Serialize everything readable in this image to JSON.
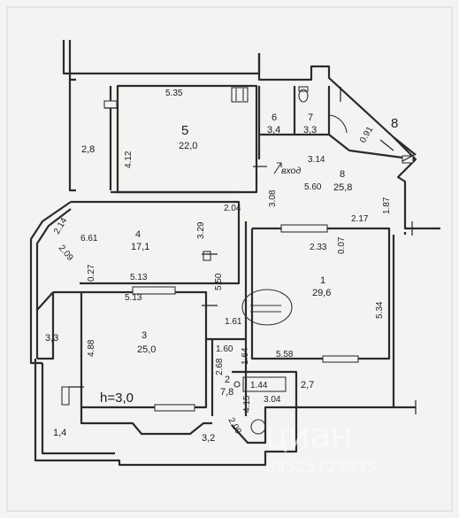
{
  "rooms": {
    "r1": {
      "number": "1",
      "area": "29,6"
    },
    "r2": {
      "number": "2",
      "area": "7,8"
    },
    "r3": {
      "number": "3",
      "area": "25,0"
    },
    "r4": {
      "number": "4",
      "area": "17,1"
    },
    "r5": {
      "number": "5",
      "area": "22,0"
    },
    "r6": {
      "number": "6",
      "area": "3,4"
    },
    "r7": {
      "number": "7",
      "area": "3,3"
    },
    "r8": {
      "number": "8",
      "area": "25,8"
    }
  },
  "balconies": {
    "b1": "2,8",
    "b2": "3,3",
    "b3": "1,4",
    "b4": "3,2",
    "b5": "2,7"
  },
  "dims": {
    "d535": "5.35",
    "d412": "4.12",
    "d314": "3.14",
    "d560": "5.60",
    "d308": "3.08",
    "d091": "0.91",
    "d187": "1.87",
    "d217": "2.17",
    "d204": "2.04",
    "d214": "2.14",
    "d661": "6.61",
    "d329": "3.29",
    "d233": "2.33",
    "d007": "0.07",
    "d209": "2.09",
    "d027": "0.27",
    "d513a": "5.13",
    "d513b": "5.13",
    "d550": "5.50",
    "d534": "5.34",
    "d161": "1.61",
    "d488": "4.88",
    "d160": "1.60",
    "d164": "1.64",
    "d558": "5.58",
    "d268": "2.68",
    "d144": "1.44",
    "d304": "3.04",
    "d415": "4.15",
    "d209b": "2.09"
  },
  "labels": {
    "corridor_mark": "8",
    "entrance": "вход",
    "height": "h=3,0"
  },
  "watermark": {
    "brand": "циан",
    "phone": "89525723035"
  }
}
